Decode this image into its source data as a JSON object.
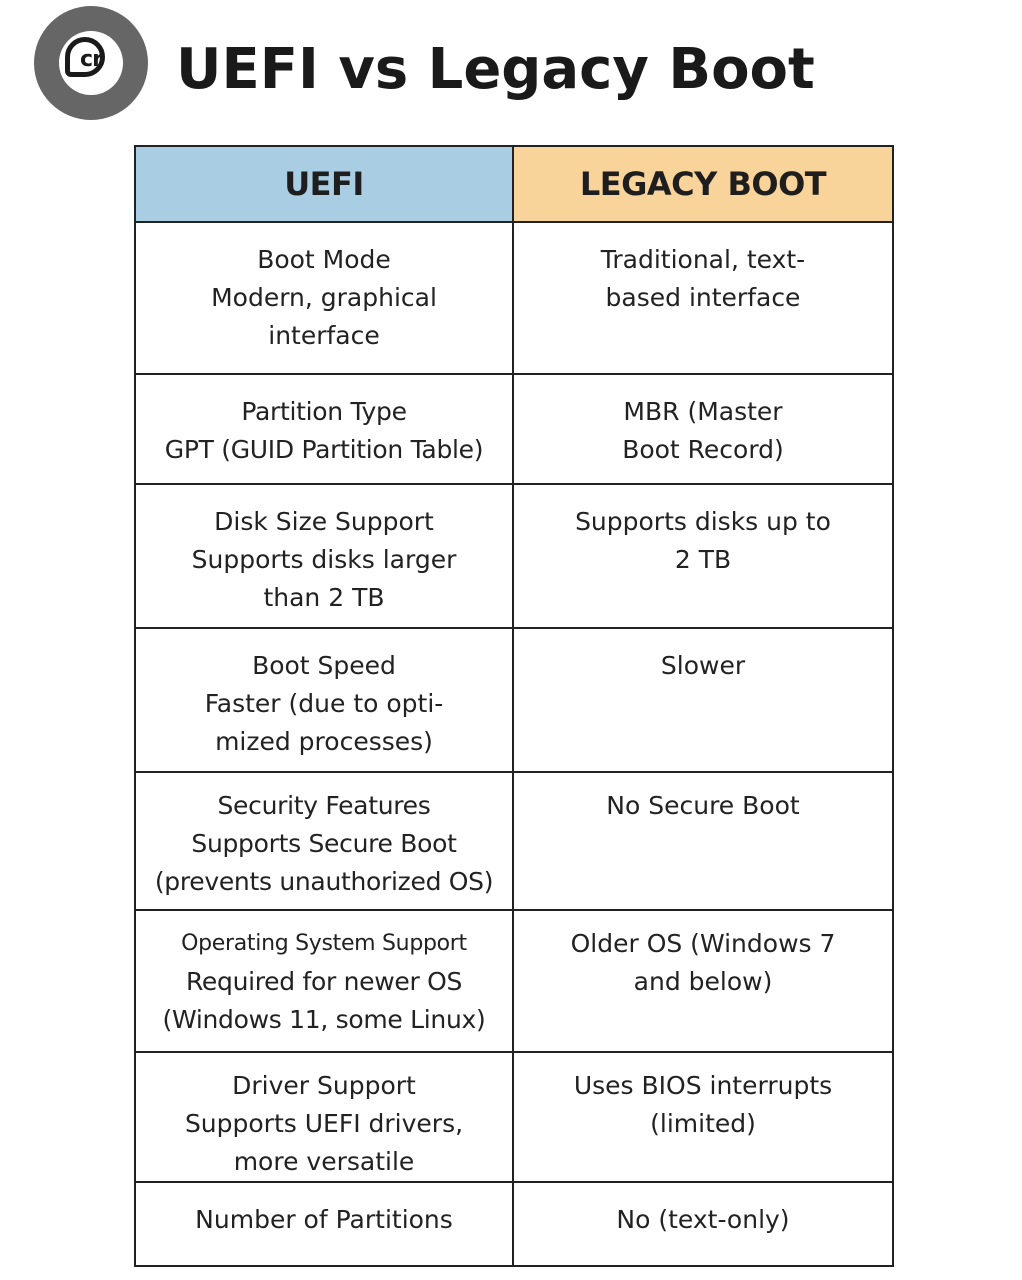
{
  "header": {
    "logo_text": "cr",
    "title": "UEFI vs Legacy Boot"
  },
  "table": {
    "columns": [
      "UEFI",
      "LEGACY BOOT"
    ],
    "rows": [
      {
        "feature": "Boot Mode",
        "uefi": "Modern, graphical interface",
        "legacy": "Traditional, text-based interface"
      },
      {
        "feature": "Partition Type",
        "uefi": "GPT (GUID Partition Table)",
        "legacy": "MBR (Master Boot Record)"
      },
      {
        "feature": "Disk Size Support",
        "uefi": "Supports disks larger than 2 TB",
        "legacy": "Supports disks up to 2 TB"
      },
      {
        "feature": "Boot Speed",
        "uefi": "Faster (due to opti-mized processes)",
        "legacy": "Slower"
      },
      {
        "feature": "Security Features",
        "uefi": "Supports Secure Boot (prevents unauthorized OS)",
        "legacy": "No Secure Boot"
      },
      {
        "feature": "Operating System Support",
        "uefi": "Required for newer OS (Windows 11, some Linux)",
        "legacy": "Older OS (Windows 7 and below)"
      },
      {
        "feature": "Driver Support",
        "uefi": "Supports UEFI drivers, more versatile",
        "legacy": "Uses BIOS interrupts (limited)"
      },
      {
        "feature": "Number of Partitions",
        "uefi": "",
        "legacy": "No (text-only)"
      }
    ]
  }
}
